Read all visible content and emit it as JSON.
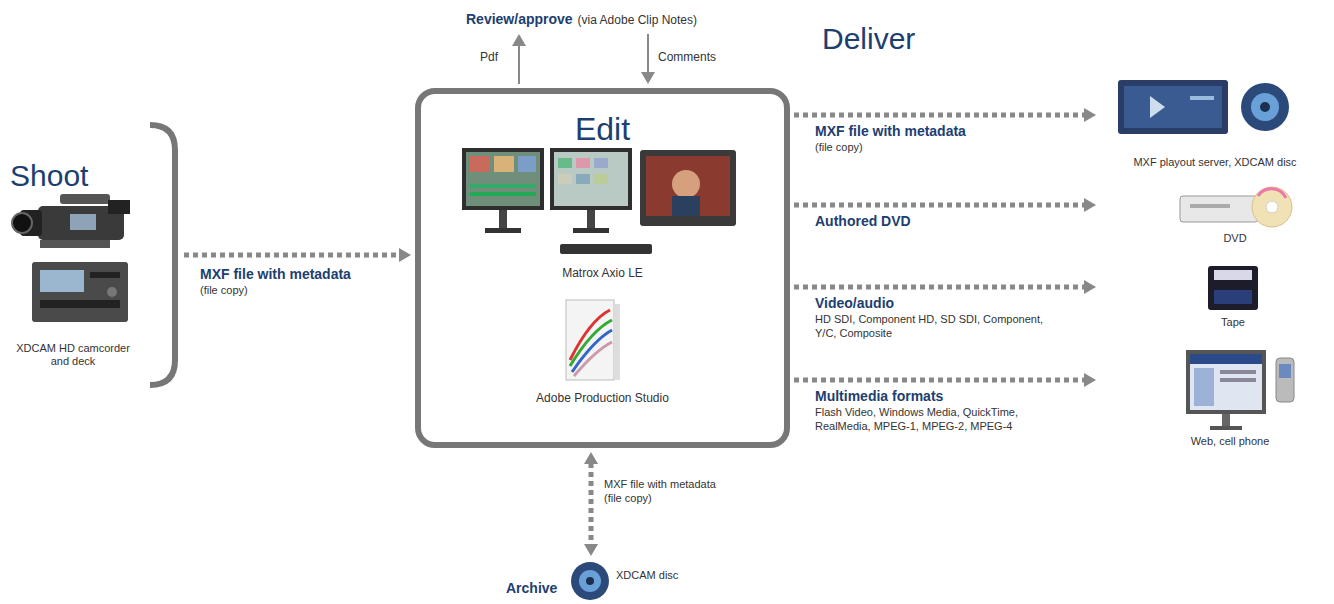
{
  "diagram": {
    "nodes": [
      {
        "text": [
          "Review/approve",
          "(via Adobe Clip Notes)"
        ]
      },
      {
        "text": [
          "Shoot",
          "XDCAM HD camcorder and deck"
        ]
      },
      {
        "text": [
          "Edit",
          "Matrox Axio LE",
          "Adobe Production Studio"
        ]
      },
      {
        "text": [
          "MXF playout server, XDCAM disc"
        ]
      },
      {
        "text": [
          "DVD"
        ]
      },
      {
        "text": [
          "Tape"
        ]
      },
      {
        "text": [
          "Web, cell phone"
        ]
      },
      {
        "text": [
          "Archive",
          "XDCAM disc"
        ]
      }
    ],
    "edges": [
      {
        "from": 1,
        "to": 2,
        "label": "MXF file with metadata",
        "arrow": "to"
      },
      {
        "from": 2,
        "to": 0,
        "label": "Pdf",
        "arrow": "to"
      },
      {
        "from": 0,
        "to": 2,
        "label": "Comments",
        "arrow": "to"
      },
      {
        "from": 2,
        "to": 3,
        "label": "MXF file with metadata",
        "arrow": "to"
      },
      {
        "from": 2,
        "to": 4,
        "label": "Authored DVD",
        "arrow": "to"
      },
      {
        "from": 2,
        "to": 5,
        "label": "Video/audio",
        "arrow": "to"
      },
      {
        "from": 2,
        "to": 6,
        "label": "Multimedia formats",
        "arrow": "to"
      },
      {
        "from": 2,
        "to": 7,
        "label": "MXF file with metadata (file copy)",
        "arrow": "both"
      }
    ],
    "labels": [
      "Deliver",
      "(file copy)",
      "(file copy)",
      "HD SDI, Component HD, SD SDI, Component, Y/C, Composite",
      "Flash Video, Windows Media, QuickTime, RealMedia, MPEG-1, MPEG-2, MPEG-4"
    ]
  }
}
